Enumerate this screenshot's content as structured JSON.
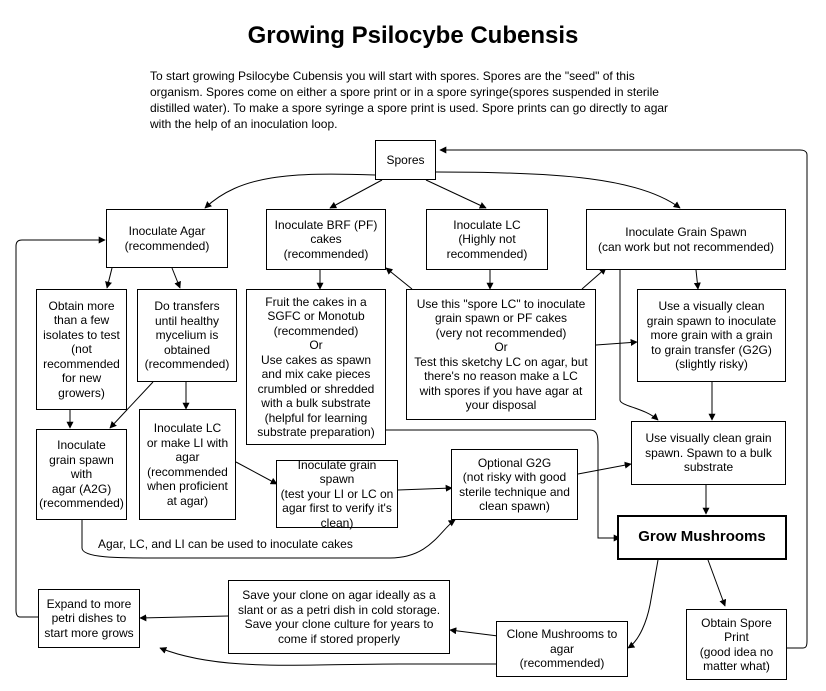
{
  "title": "Growing Psilocybe Cubensis",
  "intro": "To start growing Psilocybe Cubensis you will start with spores. Spores are the \"seed\" of this organism. Spores come on either a spore print or in a spore syringe(spores suspended in sterile distilled water). To make a spore syringe a spore print is used. Spore prints can go directly to agar with the help of an inoculation loop.",
  "nodes": {
    "spores": "Spores",
    "inoculate_agar": "Inoculate Agar\n(recommended)",
    "inoculate_brf": "Inoculate BRF (PF)\ncakes\n(recommended)",
    "inoculate_lc": "Inoculate LC\n(Highly not\nrecommended)",
    "inoculate_grain": "Inoculate Grain Spawn\n(can work but not recommended)",
    "obtain_isolates": "Obtain more\nthan a few\nisolates to test\n(not\nrecommended\nfor new\ngrowers)",
    "do_transfers": "Do transfers\nuntil healthy\nmycelium is\nobtained\n(recommended)",
    "fruit_cakes": "Fruit the cakes in a\nSGFC or Monotub\n(recommended)\nOr\nUse cakes as spawn\nand mix cake pieces\ncrumbled or shredded\nwith a bulk substrate\n(helpful for learning\nsubstrate preparation)",
    "spore_lc": "Use this \"spore LC\" to inoculate\ngrain spawn or PF cakes\n(very not recommended)\nOr\nTest this sketchy LC on agar, but\nthere's no reason make a LC\nwith spores if you have agar at\nyour disposal",
    "clean_g2g": "Use a visually clean\ngrain spawn to inoculate\nmore grain with a grain\nto grain transfer (G2G)\n(slightly risky)",
    "a2g": "Inoculate\ngrain spawn\nwith\nagar (A2G)\n(recommended)",
    "lc_li": "Inoculate LC\nor make LI with\nagar\n(recommended\nwhen proficient\nat agar)",
    "test_lc_grain": "Inoculate grain spawn\n(test your LI or LC on\nagar first to verify it's\nclean)",
    "optional_g2g": "Optional G2G\n(not risky with good\nsterile technique and\nclean spawn)",
    "spawn_bulk": "Use visually clean grain\nspawn. Spawn to a bulk\nsubstrate",
    "grow": "Grow Mushrooms",
    "expand": "Expand to more\npetri dishes to\nstart more grows",
    "save_clone": "Save your clone on agar ideally as a\nslant or as a petri dish in cold storage.\nSave your clone culture for years to\ncome if stored properly",
    "clone": "Clone Mushrooms to\nagar\n(recommended)",
    "spore_print": "Obtain Spore\nPrint\n(good idea no\nmatter what)"
  },
  "labels": {
    "cakes_note": "Agar, LC, and LI can be used to inoculate cakes"
  }
}
